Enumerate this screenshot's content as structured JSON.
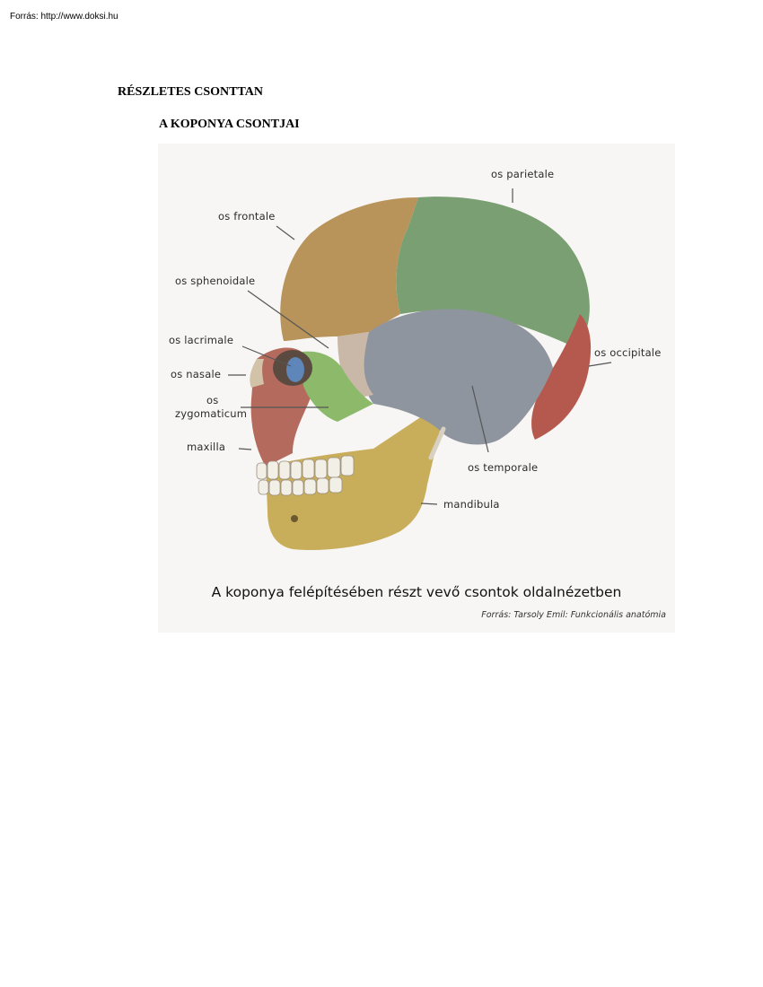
{
  "header": {
    "source": "Forrás: http://www.doksi.hu"
  },
  "document": {
    "title": "RÉSZLETES CSONTTAN",
    "subtitle": "A KOPONYA CSONTJAI"
  },
  "figure": {
    "labels": {
      "parietale": "os parietale",
      "frontale": "os frontale",
      "sphenoidale": "os sphenoidale",
      "lacrimale": "os lacrimale",
      "occipitale": "os occipitale",
      "nasale": "os nasale",
      "zygomaticum_1": "os",
      "zygomaticum_2": "zygomaticum",
      "maxilla": "maxilla",
      "temporale": "os temporale",
      "mandibula": "mandibula"
    },
    "caption": "A koponya felépítésében részt vevő csontok oldalnézetben",
    "credit": "Forrás: Tarsoly Emil: Funkcionális anatómia",
    "colors": {
      "frontal": "#b8935a",
      "parietal": "#7a9f72",
      "temporal": "#8f959e",
      "occipital": "#b5594f",
      "sphenoid": "#c9b8a8",
      "zygomatic": "#8cba6a",
      "lacrimal": "#5f86b8",
      "maxilla": "#b56a5e",
      "mandible": "#c8ad5a"
    }
  }
}
